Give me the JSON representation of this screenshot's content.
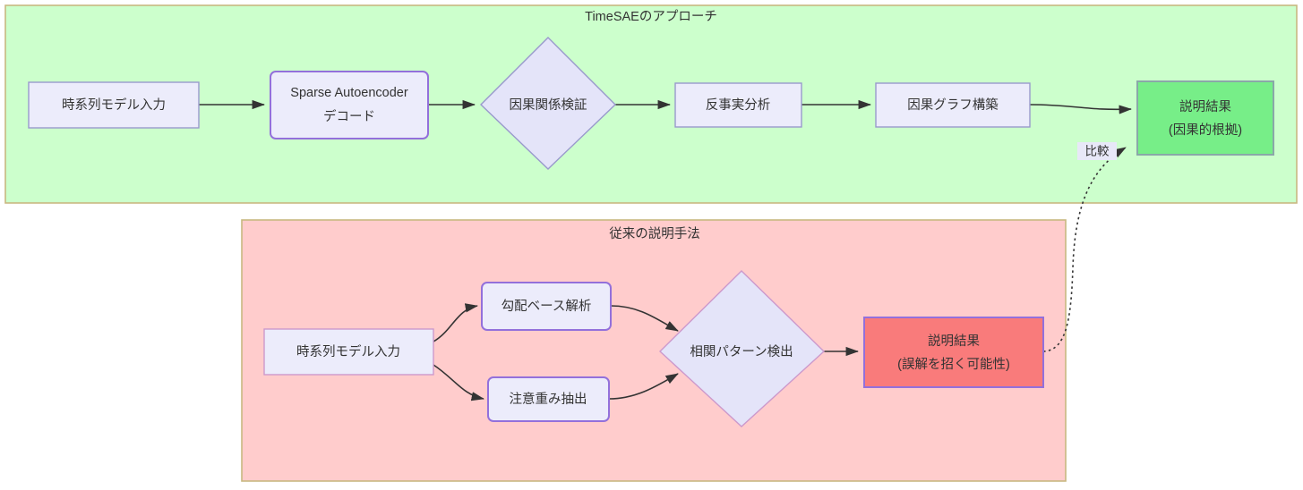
{
  "diagram": {
    "type": "flowchart",
    "direction": "left-to-right",
    "clusters": [
      {
        "id": "timesae",
        "title": "TimeSAEのアプローチ",
        "fill": "#ccffcc",
        "stroke": "#c8b880"
      },
      {
        "id": "conventional",
        "title": "従来の説明手法",
        "fill": "#ffcccc",
        "stroke": "#c8b880"
      }
    ],
    "nodes": {
      "input_top": {
        "label": "時系列モデル入力",
        "shape": "rect",
        "fill": "#ececfb",
        "stroke": "#9999cc"
      },
      "sae": {
        "label_line1": "Sparse Autoencoder",
        "label_line2": "デコード",
        "shape": "round-rect",
        "fill": "#ececfb",
        "stroke": "#9370db"
      },
      "causal_check": {
        "label": "因果関係検証",
        "shape": "diamond",
        "fill": "#e4e4f9",
        "stroke": "#9999cc"
      },
      "counterfactual": {
        "label": "反事実分析",
        "shape": "rect",
        "fill": "#ececfb",
        "stroke": "#9999cc"
      },
      "causal_graph": {
        "label": "因果グラフ構築",
        "shape": "rect",
        "fill": "#ececfb",
        "stroke": "#9999cc"
      },
      "result_good": {
        "label_line1": "説明結果",
        "label_line2": "(因果的根拠)",
        "shape": "rect",
        "fill": "#77ee88",
        "stroke": "#88a8a8"
      },
      "input_bottom": {
        "label": "時系列モデル入力",
        "shape": "rect",
        "fill": "#ececfb",
        "stroke": "#cc99cc"
      },
      "gradient": {
        "label": "勾配ベース解析",
        "shape": "round-rect",
        "fill": "#ececfb",
        "stroke": "#9370db"
      },
      "attention": {
        "label": "注意重み抽出",
        "shape": "round-rect",
        "fill": "#ececfb",
        "stroke": "#9370db"
      },
      "correlation": {
        "label": "相関パターン検出",
        "shape": "diamond",
        "fill": "#e4e4f9",
        "stroke": "#cc99cc"
      },
      "result_bad": {
        "label_line1": "説明結果",
        "label_line2": "(誤解を招く可能性)",
        "shape": "rect",
        "fill": "#f97b7b",
        "stroke": "#9370db"
      }
    },
    "edges": [
      {
        "from": "input_top",
        "to": "sae",
        "style": "solid",
        "label": ""
      },
      {
        "from": "sae",
        "to": "causal_check",
        "style": "solid",
        "label": ""
      },
      {
        "from": "causal_check",
        "to": "counterfactual",
        "style": "solid",
        "label": ""
      },
      {
        "from": "counterfactual",
        "to": "causal_graph",
        "style": "solid",
        "label": ""
      },
      {
        "from": "causal_graph",
        "to": "result_good",
        "style": "solid",
        "label": ""
      },
      {
        "from": "input_bottom",
        "to": "gradient",
        "style": "solid",
        "label": ""
      },
      {
        "from": "input_bottom",
        "to": "attention",
        "style": "solid",
        "label": ""
      },
      {
        "from": "gradient",
        "to": "correlation",
        "style": "solid",
        "label": ""
      },
      {
        "from": "attention",
        "to": "correlation",
        "style": "solid",
        "label": ""
      },
      {
        "from": "correlation",
        "to": "result_bad",
        "style": "solid",
        "label": ""
      },
      {
        "from": "result_bad",
        "to": "result_good",
        "style": "dotted",
        "label": "比較"
      }
    ],
    "edge_labels": {
      "comparison": "比較"
    }
  }
}
